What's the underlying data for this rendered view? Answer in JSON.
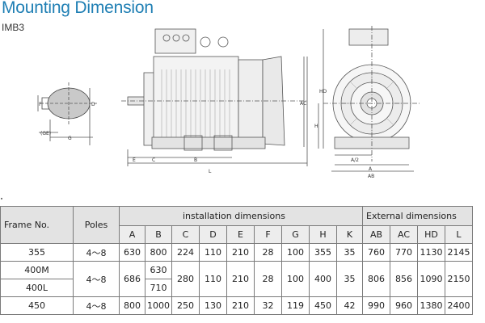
{
  "header": {
    "title": "Mounting Dimension",
    "subtitle": "IMB3"
  },
  "drawing": {
    "labels": {
      "F": "F",
      "D": "D",
      "GE": "(GE)",
      "G": "G",
      "E": "E",
      "C": "C",
      "B": "B",
      "L": "L",
      "AC": "AC",
      "HD": "HD",
      "H": "H",
      "A2": "A/2",
      "A": "A",
      "AB": "AB"
    }
  },
  "table": {
    "header_labels": {
      "frame": "Frame No.",
      "poles": "Poles",
      "installation": "installation dimensions",
      "external": "External dimensions"
    },
    "columns": [
      "A",
      "B",
      "C",
      "D",
      "E",
      "F",
      "G",
      "H",
      "K",
      "AB",
      "AC",
      "HD",
      "L"
    ],
    "rows": [
      {
        "frame": "355",
        "poles": "4～8",
        "A": "630",
        "B": "800",
        "C": "224",
        "D": "110",
        "E": "210",
        "F": "28",
        "G": "100",
        "H": "355",
        "K": "35",
        "AB": "760",
        "AC": "770",
        "HD": "1130",
        "L": "2145"
      },
      {
        "frame_top": "400M",
        "frame_bottom": "400L",
        "poles": "4～8",
        "A": "686",
        "B_top": "630",
        "B_bottom": "710",
        "C": "280",
        "D": "110",
        "E": "210",
        "F": "28",
        "G": "100",
        "H": "400",
        "K": "35",
        "AB": "806",
        "AC": "856",
        "HD": "1090",
        "L": "2150"
      },
      {
        "frame": "450",
        "poles": "4～8",
        "A": "800",
        "B": "1000",
        "C": "250",
        "D": "130",
        "E": "210",
        "F": "32",
        "G": "119",
        "H": "450",
        "K": "42",
        "AB": "990",
        "AC": "960",
        "HD": "1380",
        "L": "2400"
      }
    ]
  }
}
